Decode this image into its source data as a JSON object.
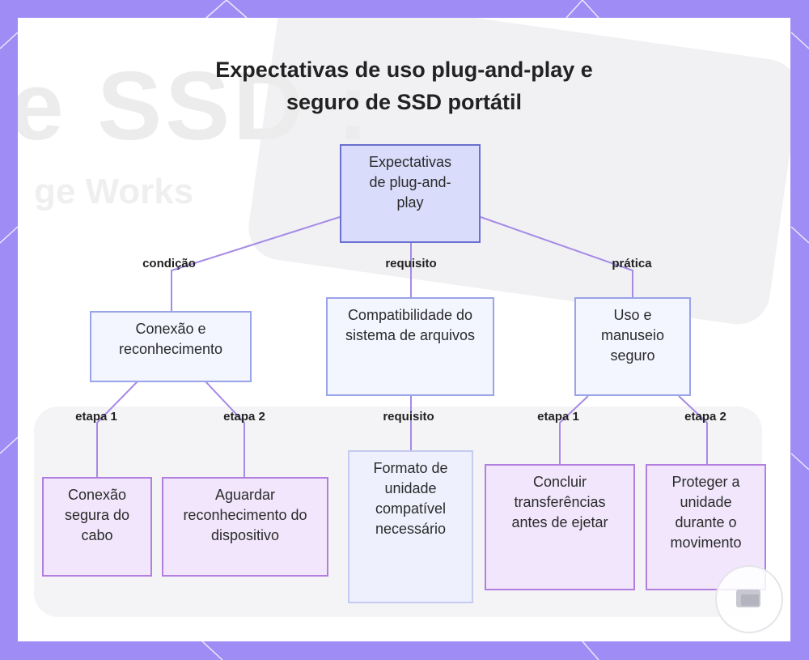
{
  "title": {
    "line1": "Expectativas de uso plug-and-play e",
    "line2": "seguro de SSD portátil"
  },
  "background_text": {
    "large": "e SSD :",
    "small": "ge Works"
  },
  "nodes": {
    "root": "Expectativas de plug-and-play",
    "connection": "Conexão e reconhecimento",
    "compat": "Compatibilidade do sistema de arquivos",
    "usage": "Uso e manuseio seguro",
    "cable": "Conexão segura do cabo",
    "recognition": "Aguardar reconhecimento do dispositivo",
    "format": "Formato de unidade compatível necessário",
    "transfers": "Concluir transferências antes de ejetar",
    "protect": "Proteger a unidade durante o movimento"
  },
  "edge_labels": {
    "root_to_connection": "condição",
    "root_to_compat": "requisito",
    "root_to_usage": "prática",
    "connection_to_cable": "etapa 1",
    "connection_to_recognition": "etapa 2",
    "compat_to_format": "requisito",
    "usage_to_transfers": "etapa 1",
    "usage_to_protect": "etapa 2"
  },
  "colors": {
    "frame": "#a08cf5",
    "edge": "#a58ae6",
    "root_fill": "#d9dcfb",
    "leaf_border": "#b27fe0"
  }
}
